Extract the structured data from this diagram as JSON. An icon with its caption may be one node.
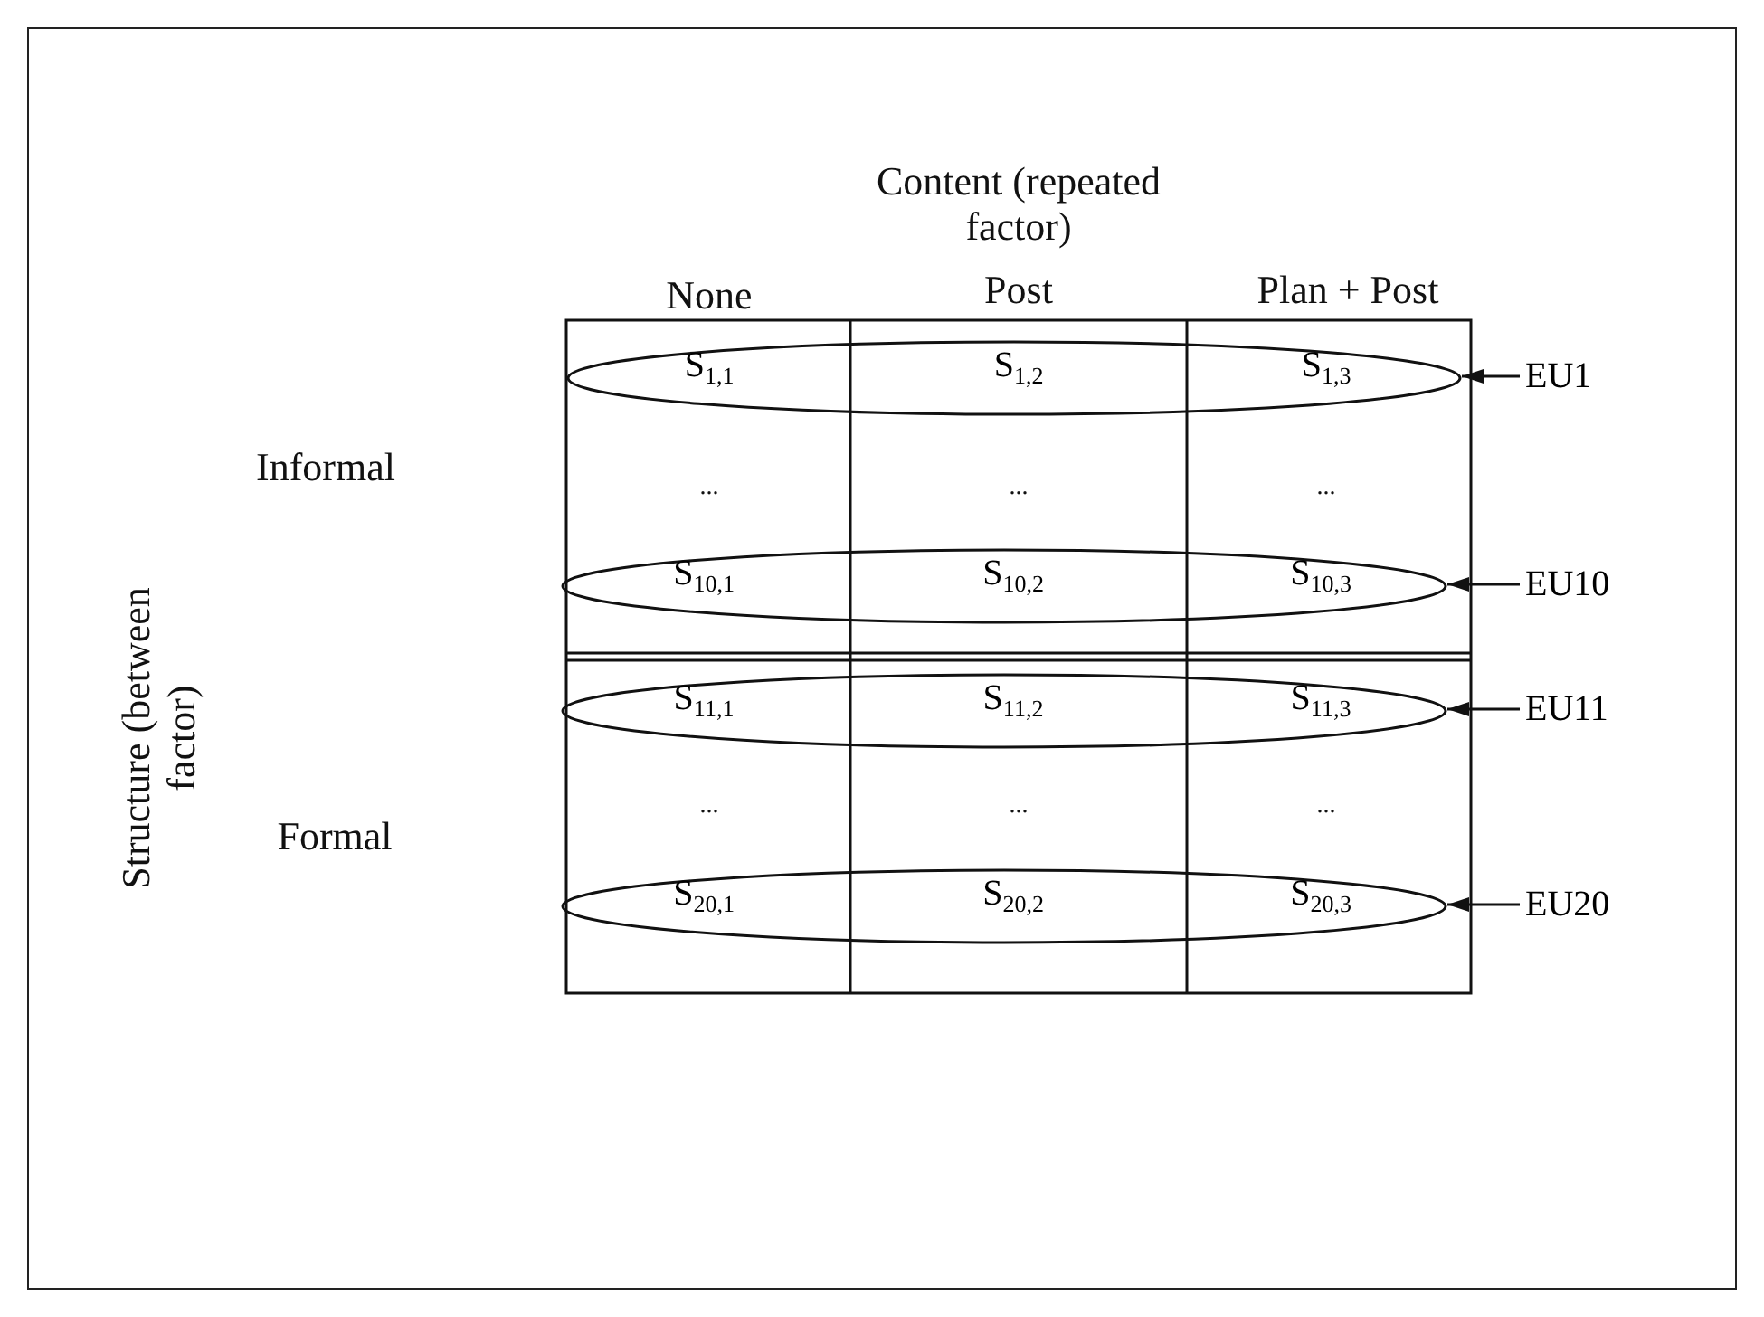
{
  "diagram": {
    "nodes": [
      {
        "text": [
          "S$_{1,1}$",
          "S$_{1,2}$",
          "S$_{1,3}$"
        ]
      },
      {
        "text": [
          "EU1"
        ]
      },
      {
        "text": [
          "S$_{10,1}$",
          "S$_{10,2}$",
          "S$_{10,3}$"
        ]
      },
      {
        "text": [
          "EU10"
        ]
      },
      {
        "text": [
          "S$_{11,1}$",
          "S$_{11,2}$",
          "S$_{11,3}$"
        ]
      },
      {
        "text": [
          "EU11"
        ]
      },
      {
        "text": [
          "S$_{20,1}$",
          "S$_{20,2}$",
          "S$_{20,3}$"
        ]
      },
      {
        "text": [
          "EU20"
        ]
      }
    ],
    "edges": [
      {
        "from": 1,
        "to": 0,
        "arrow": "to"
      },
      {
        "from": 3,
        "to": 2,
        "arrow": "to"
      },
      {
        "from": 5,
        "to": 4,
        "arrow": "to"
      },
      {
        "from": 7,
        "to": 6,
        "arrow": "to"
      }
    ],
    "labels": [
      "Content (repeated factor)",
      "None",
      "Post",
      "Plan + Post",
      "Informal",
      "Structure (between factor)",
      "...",
      "...",
      "...",
      "Formal",
      "...",
      "...",
      "..."
    ]
  }
}
